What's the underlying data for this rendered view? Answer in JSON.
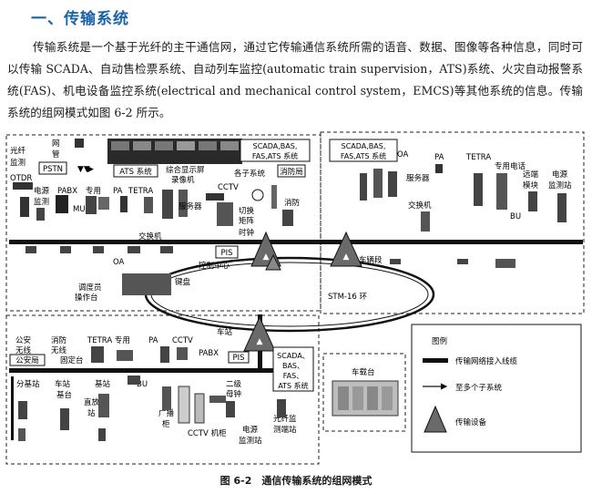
{
  "section": {
    "heading": "一、传输系统"
  },
  "paragraph": "传输系统是一个基于光纤的主干通信网，通过它传输通信系统所需的语音、数据、图像等各种信息，同时可以传输 SCADA、自动售检票系统、自动列车监控(automatic train supervision，ATS)系统、火灾自动报警系统(FAS)、机电设备监控系统(electrical and mechanical control system，EMCS)等其他系统的信息。传输系统的组网模式如图 6-2 所示。",
  "figure": {
    "caption": "图 6-2　通信传输系统的组网模式",
    "top_left_labels": {
      "fiber_monitor": "光纤\n监测",
      "otdr": "OTDR",
      "power_monitor": "电源\n监测",
      "network_mgmt": "网\n管",
      "pstn": "PSTN",
      "pabx": "PABX",
      "dedicated": "专用",
      "mu": "MU",
      "ats_system": "ATS 系统",
      "pa": "PA",
      "tetra": "TETRA",
      "display_screen": "综合显示屏\n录像机",
      "server": "服务器",
      "exchange": "交换机",
      "oa": "OA",
      "cctv": "CCTV",
      "switch_matrix": "切换\n矩阵",
      "clock": "时钟",
      "subsystems": "各子系统",
      "fire_bureau": "消防局",
      "fire": "消防",
      "scada_box": "SCADA,BAS,\nFAS,ATS 系统",
      "pis": "PIS",
      "control_center": "控制中心",
      "dispatch_console": "调度员\n操作台",
      "keyboard": "键盘"
    },
    "top_right_labels": {
      "scada_box": "SCADA,BAS,\nFAS,ATS 系统",
      "oa": "OA",
      "pa": "PA",
      "tetra": "TETRA",
      "dedicated_phone": "专用电话",
      "server": "服务器",
      "exchange": "交换机",
      "remote_module": "远端\n模块",
      "bu": "BU",
      "power_monitor_station": "电源\n监测站",
      "depot": "车辆段",
      "ring": "STM-16 环"
    },
    "bottom_left_labels": {
      "police_radio": "公安\n无线",
      "fire_radio": "消防\n无线",
      "police_bureau": "公安局",
      "fixed_station": "固定台",
      "tetra_dedicated": "TETRA 专用",
      "pa": "PA",
      "cctv": "CCTV",
      "pabx": "PABX",
      "pis": "PIS",
      "station": "车站",
      "branch_station": "分基站",
      "vehicle_base": "车站\n基台",
      "base_station": "基站",
      "direct_amp": "直放\n站",
      "bu": "BU",
      "broadcast_cabinet": "广播\n柜",
      "secondary_clock": "二级\n母钟",
      "cctv_cabinet": "CCTV 机柜",
      "power_monitor_station": "电源\n监测站",
      "fiber_monitor_station": "光纤监\n测端站",
      "scada_box": "SCADA、\nBAS、\nFAS、\nATS 系统"
    },
    "bottom_right_labels": {
      "vehicle_platform": "车载台"
    },
    "legend": {
      "title": "图例",
      "access_line": "传输网络接入线缆",
      "to_subsystems": "至多个子系统",
      "transmission_device": "传输设备"
    }
  }
}
